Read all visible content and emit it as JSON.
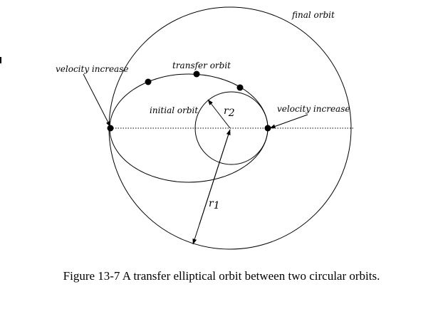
{
  "labels": {
    "final_orbit": "final orbit",
    "transfer_orbit": "transfer orbit",
    "initial_orbit": "initial orbit",
    "velocity_increase_left": "velocity increase",
    "velocity_increase_right": "velocity increase",
    "r1_symbol": "r",
    "r1_subscript": "1",
    "r2_symbol": "r",
    "r2_subscript": "2"
  },
  "caption": "Figure 13-7 A transfer elliptical orbit between two circular orbits."
}
